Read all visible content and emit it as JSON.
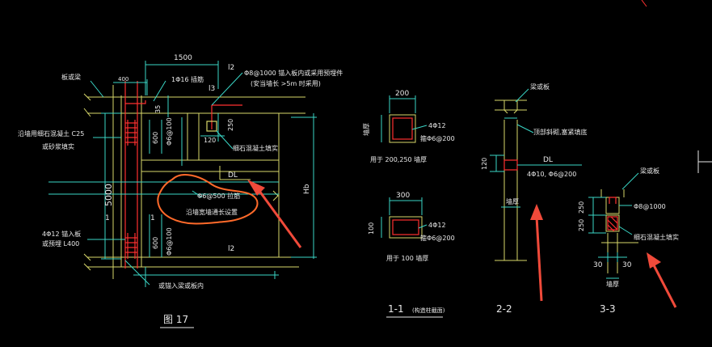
{
  "colors": {
    "background": "#000000",
    "wall": "#d8d86a",
    "dimension": "#3ad6c6",
    "text_white": "#e8e8e8",
    "rebar": "#ff3030",
    "annotation": "#ff6a2a",
    "arrow": "#f04a3a"
  },
  "figure17": {
    "dim_top": "1500",
    "dim_400": "400",
    "label_l2_top": "l2",
    "label_l3": "l3",
    "label_l2_bottom": "l2",
    "rebar_top": "1Φ16 插筋",
    "note_phi8_line1": "Φ8@1000 锚入板内或采用预埋件",
    "note_phi8_line2": "(安当墙长 >5m 时采用)",
    "slab_top": "板或梁",
    "fill_line1": "沿墙用细石混凝土 C25",
    "fill_line2": "或砂浆填实",
    "dim_35": "35",
    "dim_600_top": "600",
    "dim_250": "250",
    "dim_120": "120",
    "fine_concrete": "细石混凝土填实",
    "rebar_phi6_100_top": "Φ6@100",
    "dl_label": "DL",
    "dim_5000": "5000",
    "dim_1_left": "1",
    "dim_1_right": "1",
    "phi6_500": "Φ6@500 拉筋",
    "through_wall": "沿墙宽墙通长设置",
    "hb_label": "Hb",
    "rebar_4phi12_line1": "4Φ12 锚入板",
    "rebar_4phi12_line2": "或预埋 L400",
    "dim_600_bottom": "600",
    "rebar_phi6_100_bottom": "Φ6@100",
    "anchor_bottom": "或锚入梁或板内",
    "caption": "图 17"
  },
  "section11": {
    "dim_200": "200",
    "label_wall": "墙厚",
    "rebar_4phi12_a": "4Φ12",
    "stirrup_a": "箍Φ6@200",
    "use_200_250": "用于 200,250 墙厚",
    "dim_300": "300",
    "dim_100": "100",
    "rebar_4phi12_b": "4Φ12",
    "stirrup_b": "箍Φ6@200",
    "use_100": "用于 100 墙厚",
    "title": "1-1",
    "title_note": "(构造柱截面)"
  },
  "section22": {
    "beam_slab": "梁或板",
    "top_gap": "顶部斜砌,塞紧填底",
    "dim_120": "120",
    "dl_label": "DL",
    "dl_rebar": "4Φ10, Φ6@200",
    "wall_thick": "墙厚",
    "title": "2-2"
  },
  "section33": {
    "beam_slab": "梁或板",
    "phi8_1000": "Φ8@1000",
    "dim_250_a": "250",
    "dim_250_b": "250",
    "fine_concrete": "细石混凝土填实",
    "dim_30_left": "30",
    "dim_30_right": "30",
    "wall_thick": "墙厚",
    "title": "3-3"
  }
}
